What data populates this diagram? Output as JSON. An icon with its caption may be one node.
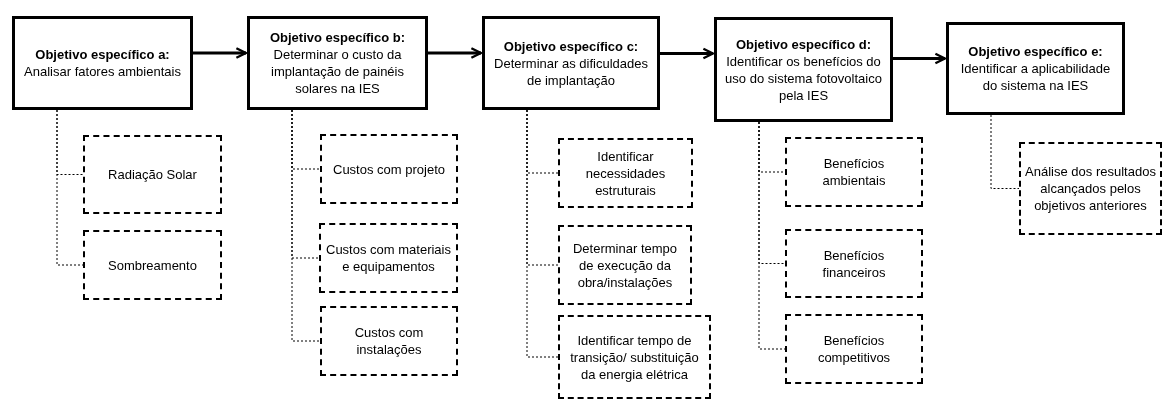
{
  "diagram": {
    "nodes": [
      {
        "text": [
          "Objetivo específico a:",
          "Analisar fatores ambientais"
        ]
      },
      {
        "text": [
          "Radiação Solar"
        ]
      },
      {
        "text": [
          "Sombreamento"
        ]
      },
      {
        "text": [
          "Objetivo específico b:",
          "Determinar o custo da implantação de painéis solares na IES"
        ]
      },
      {
        "text": [
          "Custos com projeto"
        ]
      },
      {
        "text": [
          "Custos com materiais e equipamentos"
        ]
      },
      {
        "text": [
          "Custos com instalações"
        ]
      },
      {
        "text": [
          "Objetivo específico c:",
          "Determinar as dificuldades de implantação"
        ]
      },
      {
        "text": [
          "Identificar necessidades estruturais"
        ]
      },
      {
        "text": [
          "Determinar tempo de execução da obra/instalações"
        ]
      },
      {
        "text": [
          "Identificar tempo de transição/ substituição da energia elétrica"
        ]
      },
      {
        "text": [
          "Objetivo específico d:",
          "Identificar os benefícios do uso do sistema fotovoltaico pela IES"
        ]
      },
      {
        "text": [
          "Benefícios ambientais"
        ]
      },
      {
        "text": [
          "Benefícios financeiros"
        ]
      },
      {
        "text": [
          "Benefícios competitivos"
        ]
      },
      {
        "text": [
          "Objetivo específico e:",
          "Identificar a aplicabilidade do sistema na IES"
        ]
      },
      {
        "text": [
          "Análise dos resultados alcançados pelos objetivos anteriores"
        ]
      }
    ],
    "edges": [
      {
        "from": 0,
        "to": 3,
        "arrow": "to",
        "style": "thick"
      },
      {
        "from": 3,
        "to": 7,
        "arrow": "to",
        "style": "thick"
      },
      {
        "from": 7,
        "to": 11,
        "arrow": "to",
        "style": "thick"
      },
      {
        "from": 11,
        "to": 15,
        "arrow": "to",
        "style": "thick"
      },
      {
        "from": 0,
        "to": 1,
        "arrow": "none",
        "style": "dashed"
      },
      {
        "from": 0,
        "to": 2,
        "arrow": "none",
        "style": "dashed"
      },
      {
        "from": 3,
        "to": 4,
        "arrow": "none",
        "style": "dashed"
      },
      {
        "from": 3,
        "to": 5,
        "arrow": "none",
        "style": "dashed"
      },
      {
        "from": 3,
        "to": 6,
        "arrow": "none",
        "style": "dashed"
      },
      {
        "from": 7,
        "to": 8,
        "arrow": "none",
        "style": "dashed"
      },
      {
        "from": 7,
        "to": 9,
        "arrow": "none",
        "style": "dashed"
      },
      {
        "from": 7,
        "to": 10,
        "arrow": "none",
        "style": "dashed"
      },
      {
        "from": 11,
        "to": 12,
        "arrow": "none",
        "style": "dashed"
      },
      {
        "from": 11,
        "to": 13,
        "arrow": "none",
        "style": "dashed"
      },
      {
        "from": 11,
        "to": 14,
        "arrow": "none",
        "style": "dashed"
      },
      {
        "from": 15,
        "to": 16,
        "arrow": "none",
        "style": "dashed"
      }
    ]
  }
}
